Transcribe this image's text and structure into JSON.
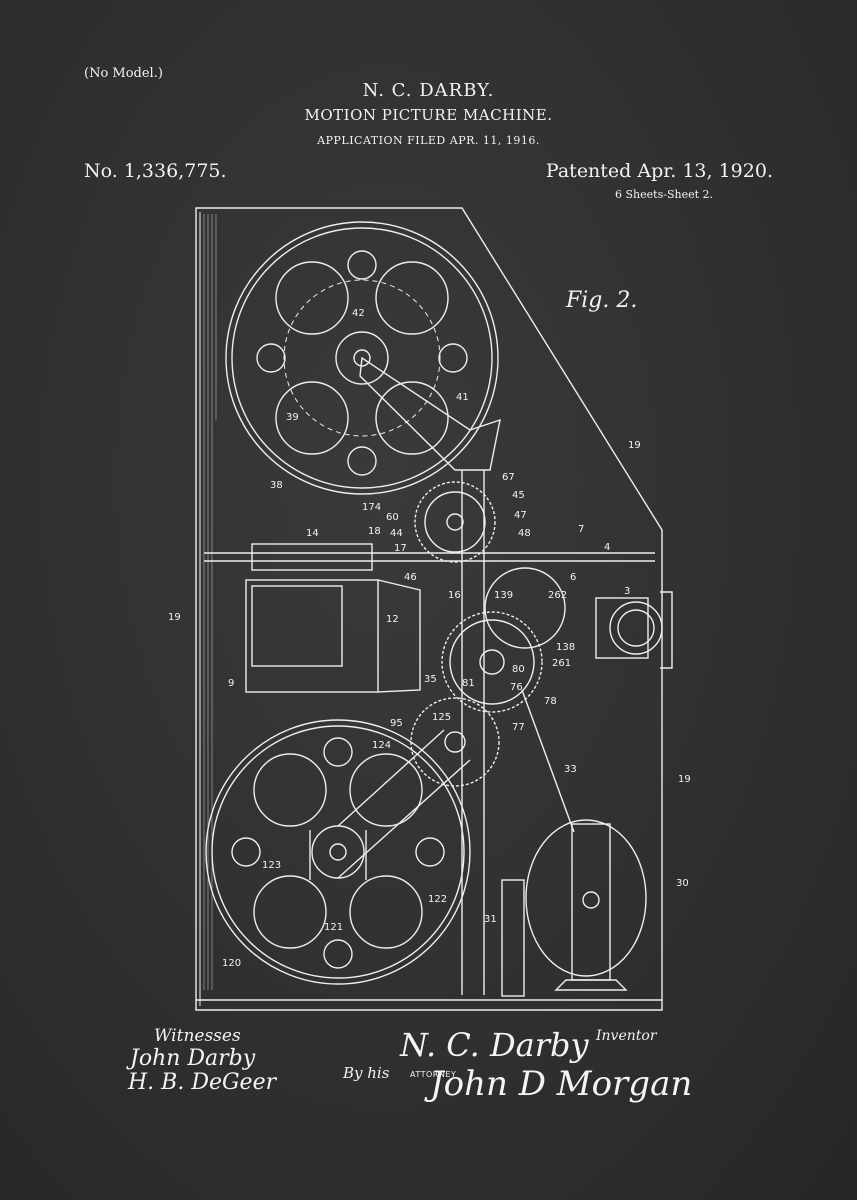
{
  "header": {
    "no_model": "(No Model.)",
    "inventor": "N. C. DARBY.",
    "title": "MOTION PICTURE MACHINE.",
    "application_filed": "APPLICATION FILED APR. 11, 1916.",
    "patent_number": "No. 1,336,775.",
    "patented_date": "Patented Apr. 13, 1920.",
    "sheets": "6 Sheets-Sheet 2."
  },
  "figure": {
    "label": "Fig. 2.",
    "reference_numbers": [
      "42",
      "41",
      "39",
      "38",
      "19",
      "67",
      "45",
      "47",
      "48",
      "174",
      "60",
      "44",
      "18",
      "17",
      "14",
      "7",
      "4",
      "46",
      "16",
      "139",
      "262",
      "6",
      "3",
      "12",
      "138",
      "261",
      "80",
      "76",
      "81",
      "35",
      "78",
      "9",
      "95",
      "125",
      "77",
      "124",
      "33",
      "123",
      "121",
      "122",
      "120",
      "31",
      "30"
    ]
  },
  "signatures": {
    "witnesses_label": "Witnesses",
    "witness_1": "John Darby",
    "witness_2": "H. B. DeGeer",
    "inventor_signature": "N. C. Darby",
    "inventor_label": "Inventor",
    "by_his": "By his",
    "attorney_label": "ATTORNEY",
    "attorney_signature": "John D Morgan"
  },
  "colors": {
    "background": "#2f2f2f",
    "ink": "#f2f2f2"
  }
}
